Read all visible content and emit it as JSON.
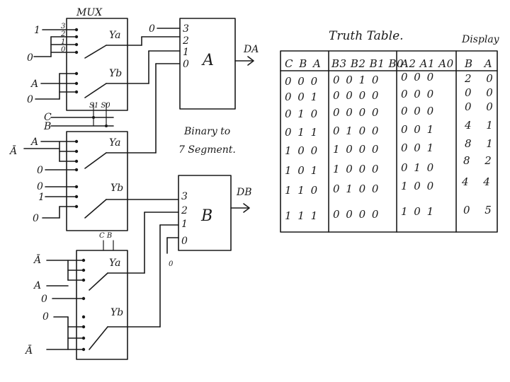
{
  "mux_title": "MUX",
  "mux1": {
    "inputs": [
      "1",
      "0",
      "A",
      "0"
    ],
    "pins_a": [
      "3",
      "2",
      "1",
      "0"
    ],
    "out_a": "Ya",
    "out_b": "Yb",
    "select": "S1 S0"
  },
  "select_inputs": [
    "C",
    "B"
  ],
  "mux2": {
    "inputs": [
      "A",
      "Ā",
      "0",
      "0",
      "1",
      "0"
    ],
    "out_a": "Ya",
    "out_b": "Yb"
  },
  "mux3": {
    "inputs": [
      "Ā",
      "A",
      "0",
      "0",
      "Ā"
    ],
    "out_a": "Ya",
    "out_b": "Yb",
    "select": "C B"
  },
  "display_a": {
    "label": "A",
    "pins": [
      "3",
      "2",
      "1",
      "0"
    ],
    "const_input": "0",
    "output": "DA"
  },
  "display_b": {
    "label": "B",
    "pins": [
      "3",
      "2",
      "1",
      "0"
    ],
    "const_input": "0",
    "output": "DB"
  },
  "converter_note": [
    "Binary to",
    "7 Segment."
  ],
  "truth_table": {
    "title": "Truth Table.",
    "display_title": "Display",
    "headers": [
      "C B A",
      "B3 B2 B1 B0",
      "A2 A1 A0",
      "B  A"
    ],
    "rows": [
      [
        "0 0 0",
        "0 0 1 0",
        "0 0 0",
        "2 0"
      ],
      [
        "0 0 1",
        "0 0 0 0",
        "0 0 0",
        "0 0"
      ],
      [
        "0 1 0",
        "0 0 0 0",
        "0 0 0",
        "0 0"
      ],
      [
        "0 1 1",
        "0 1 0 0",
        "0 0 1",
        "4 1"
      ],
      [
        "1 0 0",
        "1 0 0 0",
        "0 0 1",
        "8 1"
      ],
      [
        "1 0 1",
        "1 0 0 0",
        "0 1 0",
        "8 2"
      ],
      [
        "1 1 0",
        "0 1 0 0",
        "1 0 0",
        "4 4"
      ],
      [
        "1 1 1",
        "0 0 0 0",
        "1 0 1",
        "0 5"
      ]
    ]
  }
}
